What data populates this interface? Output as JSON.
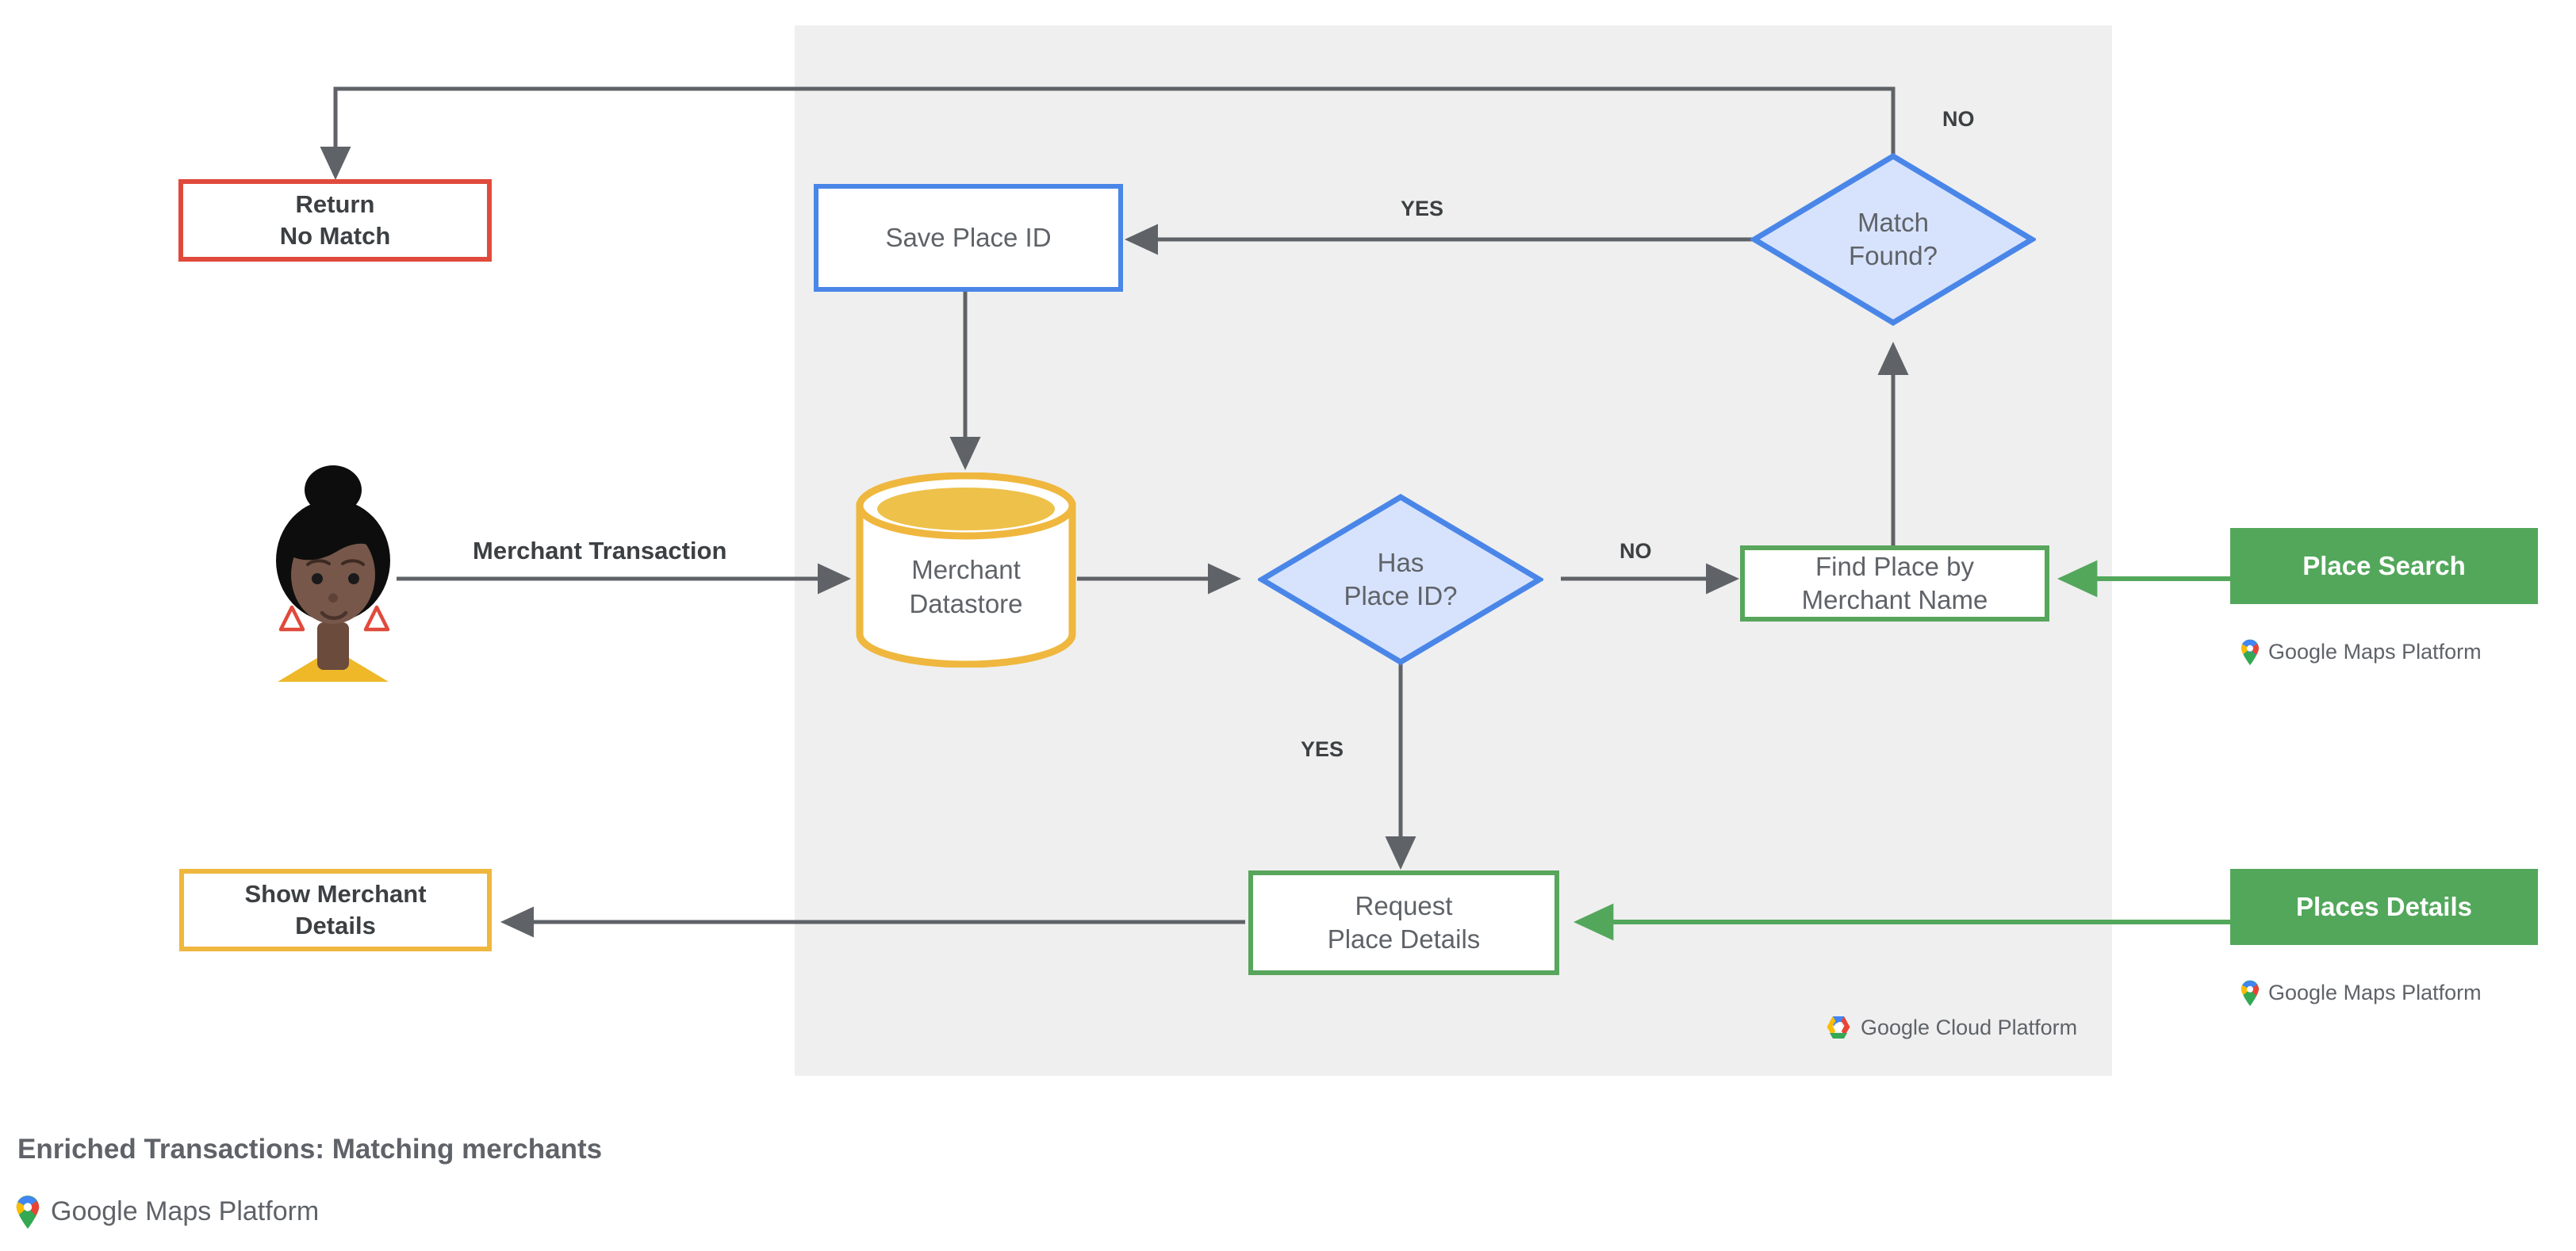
{
  "diagram": {
    "title": "Enriched Transactions: Matching merchants",
    "brand_footer": "Google Maps Platform",
    "platform_panel": {
      "name": "google-cloud-platform-panel",
      "logo_text": "Google Cloud Platform",
      "background": "#efefef"
    },
    "actor": {
      "name": "merchant-customer-avatar",
      "alt": "illustrated person avatar"
    },
    "nodes": {
      "return_no_match": {
        "line1": "Return",
        "line2": "No Match",
        "color": "#e04a3c"
      },
      "save_place_id": {
        "line1": "Save Place ID",
        "line2": "",
        "color": "#4a86e8"
      },
      "merchant_datastore": {
        "line1": "Merchant",
        "line2": "Datastore",
        "color": "#efb73e"
      },
      "has_place_id": {
        "line1": "Has",
        "line2": "Place ID?",
        "color": "#4a86e8"
      },
      "match_found": {
        "line1": "Match",
        "line2": "Found?",
        "color": "#4a86e8"
      },
      "find_place_by_merchant_name": {
        "line1": "Find Place by",
        "line2": "Merchant Name",
        "color": "#58a55c"
      },
      "request_place_details": {
        "line1": "Request",
        "line2": "Place Details",
        "color": "#58a55c"
      },
      "show_merchant_details": {
        "line1": "Show Merchant",
        "line2": "Details",
        "color": "#efb73e"
      }
    },
    "products": [
      {
        "name": "place-search",
        "label": "Place Search",
        "brand": "Google Maps Platform",
        "color": "#53a75b"
      },
      {
        "name": "places-details",
        "label": "Places Details",
        "brand": "Google Maps Platform",
        "color": "#53a75b"
      }
    ],
    "edge_labels": {
      "merchant_transaction": "Merchant Transaction",
      "has_place_id_no": "NO",
      "has_place_id_yes": "YES",
      "match_found_yes": "YES",
      "match_found_no": "NO"
    },
    "colors": {
      "edge": "#5f6368",
      "green_edge": "#53a75b",
      "panel": "#efefef",
      "text": "#5f6368",
      "text_dark": "#3c4043"
    }
  }
}
